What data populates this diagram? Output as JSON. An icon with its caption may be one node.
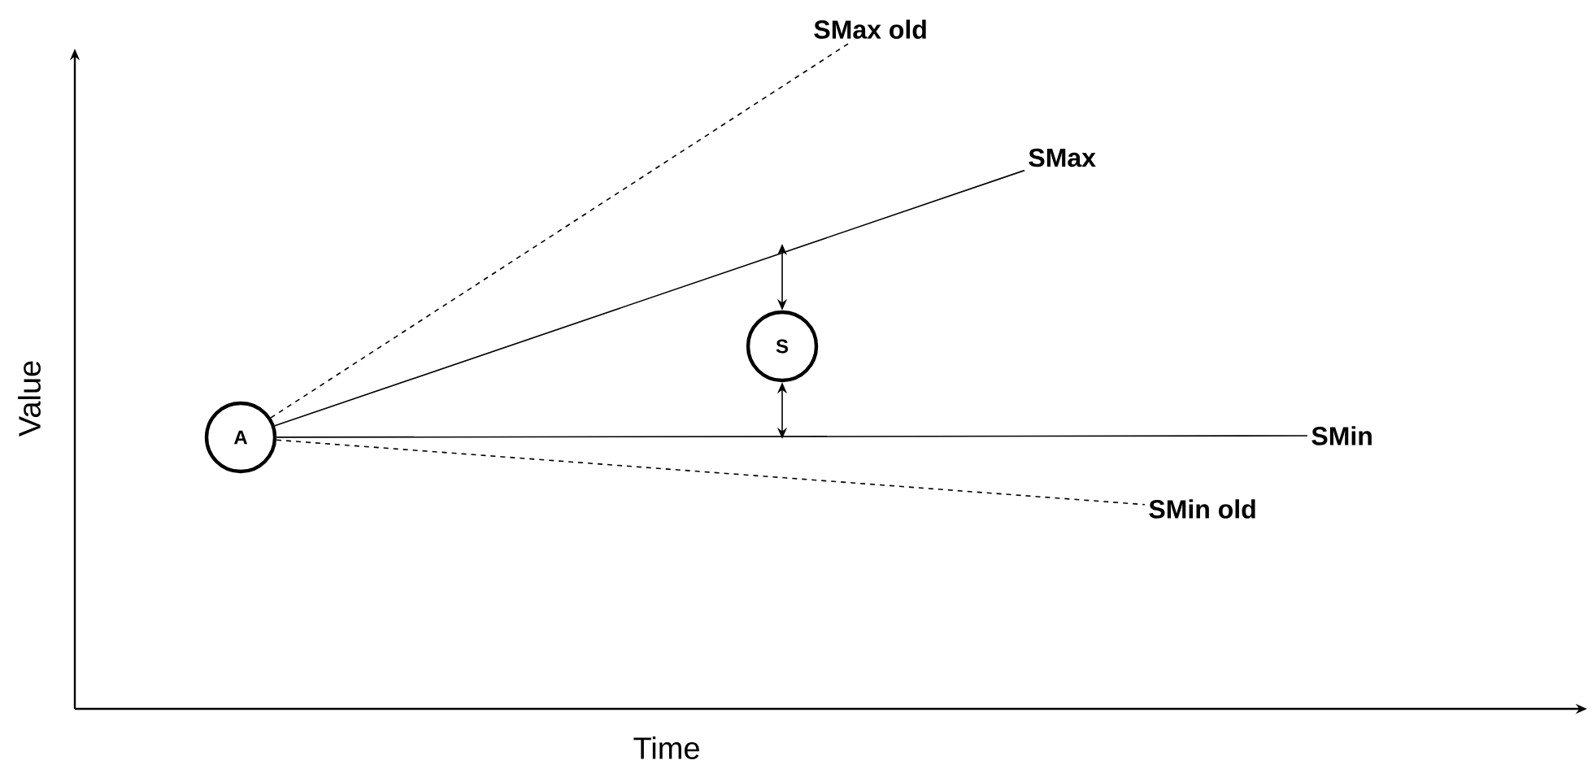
{
  "diagram": {
    "nodes": [
      {
        "text": [
          "A"
        ]
      },
      {
        "text": [
          "S"
        ]
      },
      {
        "text": [
          "SMax old"
        ]
      },
      {
        "text": [
          "SMax"
        ]
      },
      {
        "text": [
          "SMin"
        ]
      },
      {
        "text": [
          "SMin old"
        ]
      }
    ],
    "edges": [
      {
        "from": 0,
        "to": 2,
        "arrow": "none",
        "style": "dashed"
      },
      {
        "from": 0,
        "to": 3,
        "arrow": "none"
      },
      {
        "from": 0,
        "to": 4,
        "arrow": "none"
      },
      {
        "from": 0,
        "to": 5,
        "arrow": "none",
        "style": "dashed"
      },
      {
        "from": 1,
        "to": null,
        "arrow": "both"
      },
      {
        "from": 1,
        "to": null,
        "arrow": "both"
      }
    ],
    "labels": [
      "Value",
      "Time"
    ]
  }
}
